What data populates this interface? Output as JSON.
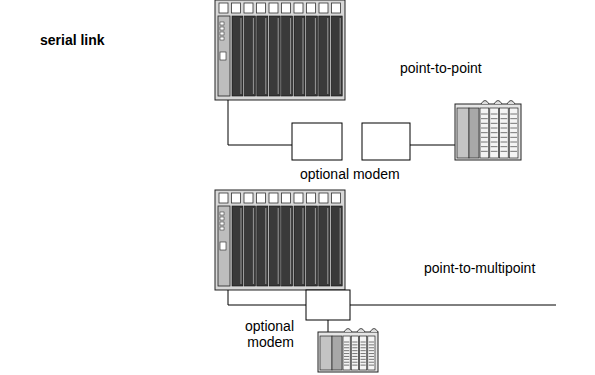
{
  "diagram": {
    "labels": [
      "serial link",
      "point-to-point",
      "optional modem",
      "point-to-multipoint",
      "optional modem"
    ]
  }
}
